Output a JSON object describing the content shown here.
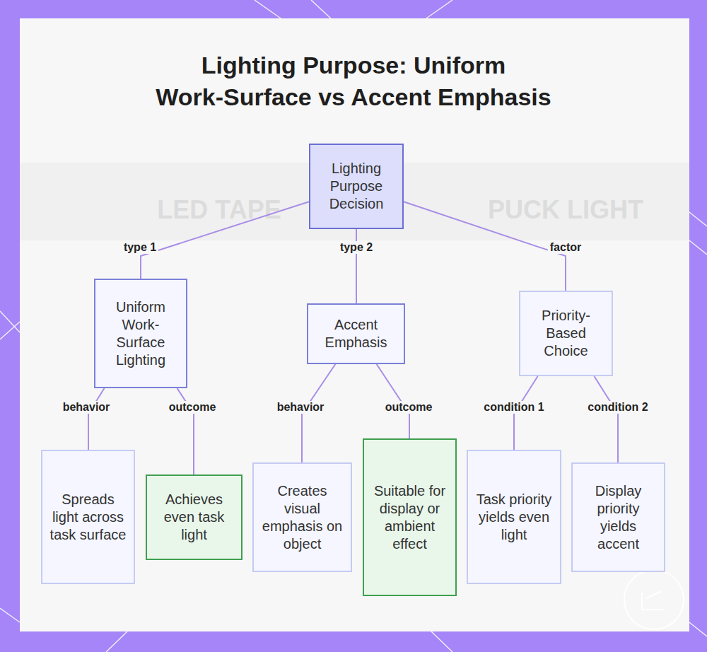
{
  "diagram": {
    "title": "Lighting Purpose: Uniform Work-Surface vs Accent Emphasis",
    "nodes": [
      {
        "text": [
          "Lighting Purpose Decision"
        ]
      },
      {
        "text": [
          "Uniform Work-Surface Lighting"
        ]
      },
      {
        "text": [
          "Accent Emphasis"
        ]
      },
      {
        "text": [
          "Priority-Based Choice"
        ]
      },
      {
        "text": [
          "Spreads light across task surface"
        ]
      },
      {
        "text": [
          "Achieves even task light"
        ]
      },
      {
        "text": [
          "Creates visual emphasis on object"
        ]
      },
      {
        "text": [
          "Suitable for display or ambient effect"
        ]
      },
      {
        "text": [
          "Task priority yields even light"
        ]
      },
      {
        "text": [
          "Display priority yields accent"
        ]
      }
    ],
    "edges": [
      {
        "from": 0,
        "to": 1,
        "label": "type 1",
        "arrow": "none"
      },
      {
        "from": 0,
        "to": 2,
        "label": "type 2",
        "arrow": "none"
      },
      {
        "from": 0,
        "to": 3,
        "label": "factor",
        "arrow": "none"
      },
      {
        "from": 1,
        "to": 4,
        "label": "behavior",
        "arrow": "none"
      },
      {
        "from": 1,
        "to": 5,
        "label": "outcome",
        "arrow": "none"
      },
      {
        "from": 2,
        "to": 6,
        "label": "behavior",
        "arrow": "none"
      },
      {
        "from": 2,
        "to": 7,
        "label": "outcome",
        "arrow": "none"
      },
      {
        "from": 3,
        "to": 8,
        "label": "condition 1",
        "arrow": "none"
      },
      {
        "from": 3,
        "to": 9,
        "label": "condition 2",
        "arrow": "none"
      }
    ],
    "labels": [
      "LED TAPE",
      "PUCK LIGHT"
    ]
  }
}
